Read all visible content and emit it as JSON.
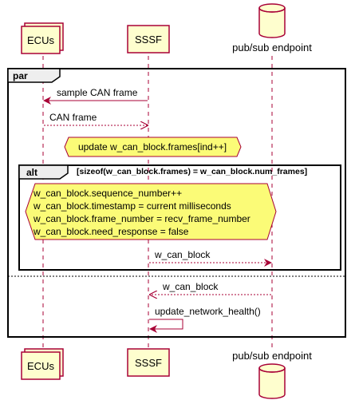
{
  "participants": [
    {
      "id": "ecus",
      "label": "ECUs",
      "shape": "collections"
    },
    {
      "id": "sssf",
      "label": "SSSF",
      "shape": "participant"
    },
    {
      "id": "pubsub",
      "label": "pub/sub endpoint",
      "shape": "database"
    }
  ],
  "fragments": {
    "par": {
      "label": "par"
    },
    "alt": {
      "label": "alt",
      "condition": "[sizeof(w_can_block.frames) = w_can_block.num_frames]"
    }
  },
  "messages": [
    {
      "id": "sample-can-frame",
      "label": "sample CAN frame",
      "from": "sssf",
      "to": "ecus",
      "style": "solid"
    },
    {
      "id": "can-frame",
      "label": "CAN frame",
      "from": "ecus",
      "to": "sssf",
      "style": "dashed"
    },
    {
      "id": "w-can-block-1",
      "label": "w_can_block",
      "from": "sssf",
      "to": "pubsub",
      "style": "dashed"
    },
    {
      "id": "w-can-block-2",
      "label": "w_can_block",
      "from": "pubsub",
      "to": "sssf",
      "style": "dashed"
    },
    {
      "id": "update-network-health",
      "label": "update_network_health()",
      "from": "sssf",
      "to": "sssf",
      "style": "solid"
    }
  ],
  "notes": {
    "update_frames": {
      "lines": [
        "update w_can_block.frames[ind++]"
      ]
    },
    "block_fields": {
      "lines": [
        "w_can_block.sequence_number++",
        "w_can_block.timestamp = current milliseconds",
        "w_can_block.frame_number = recv_frame_number",
        "w_can_block.need_response = false"
      ]
    }
  },
  "colors": {
    "participant_fill": "#FEFECE",
    "participant_border": "#A80036",
    "arrow": "#A80036",
    "note_fill": "#FBFB77",
    "note_border": "#A80036",
    "frame_border": "#000000",
    "frame_tab": "#EEEEEE"
  }
}
